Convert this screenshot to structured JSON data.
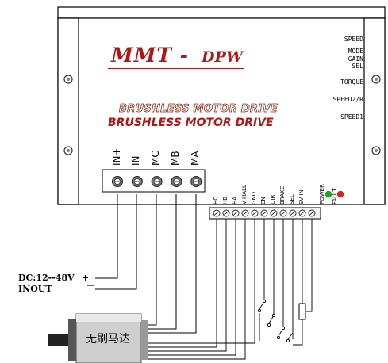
{
  "brand": {
    "main": "MMT -",
    "sub": "DPW"
  },
  "product_title_outline": "BRUSHLESS MOTOR DRIVE",
  "product_title": "BRUSHLESS MOTOR DRIVE",
  "right_labels": [
    "SPEED",
    "MODE",
    "GAIN",
    "SEL",
    "TORQUE",
    "SPEED2/R",
    "SPEED1"
  ],
  "power_terminals": [
    "IN+",
    "IN-",
    "MC",
    "MB",
    "MA"
  ],
  "signal_terminals": [
    "HC",
    "HB",
    "HA",
    "V HALL",
    "GND",
    "EN",
    "DIR",
    "BRAKE",
    "SEL",
    "SV IN",
    "POWER",
    "FAULT"
  ],
  "supply": {
    "voltage_label": "DC:12--48V",
    "plus": "+",
    "input_label": "INOUT",
    "minus": "—"
  },
  "motor_label": "无刷马达",
  "colors": {
    "brand": "#b01818",
    "led_power": "#1aa61a",
    "led_fault": "#e02020"
  }
}
